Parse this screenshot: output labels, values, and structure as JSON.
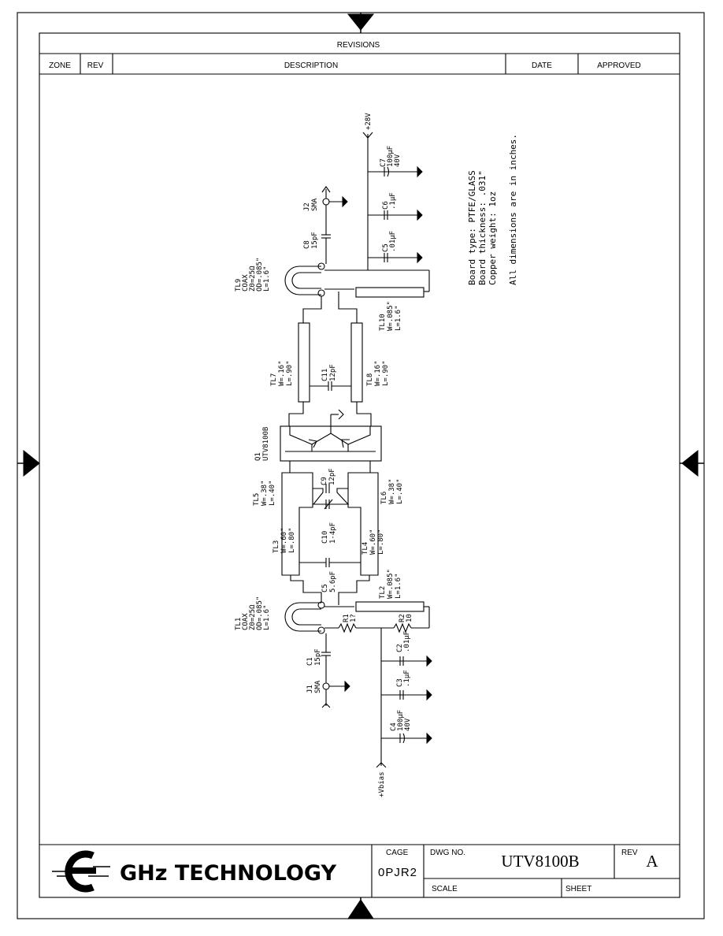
{
  "revisions": {
    "title": "REVISIONS",
    "columns": {
      "zone": "ZONE",
      "rev": "REV",
      "description": "DESCRIPTION",
      "date": "DATE",
      "approved": "APPROVED"
    }
  },
  "notes": [
    "Board type: PTFE/GLASS",
    "Board thickness: .031\"",
    "Copper weight: 1oz",
    "All dimensions are in inches."
  ],
  "supply": {
    "top": "+28V",
    "bias": "+Vbias"
  },
  "components": {
    "J1": [
      "J1",
      "SMA"
    ],
    "J2": [
      "J2",
      "SMA"
    ],
    "C1": [
      "C1",
      "15pF"
    ],
    "C2": [
      "C2",
      ".01μF"
    ],
    "C3": [
      "C3",
      ".1μF"
    ],
    "C4": [
      "C4",
      "100μF",
      "40V"
    ],
    "C5a": [
      "C5",
      ".01μF"
    ],
    "C5b": [
      "C5",
      "5.6pF"
    ],
    "C6": [
      "C6",
      ".1μF"
    ],
    "C7": [
      "C7",
      "100μF",
      "40V"
    ],
    "C8": [
      "C8",
      "15pF"
    ],
    "C9": [
      "C9",
      "12pF"
    ],
    "C10": [
      "C10",
      "1-4pF"
    ],
    "C11": [
      "C11",
      "12pF"
    ],
    "R1": [
      "R1",
      "1?"
    ],
    "R2": [
      "R2",
      "10"
    ],
    "Q1": [
      "Q1",
      "UTV8100B"
    ],
    "TL1": [
      "TL1",
      "COAX",
      "Z0=25Ω",
      "OD=.085\"",
      "L=1.6\""
    ],
    "TL2": [
      "TL2",
      "W=.085\"",
      "L=1.6\""
    ],
    "TL3": [
      "TL3",
      "W=.60\"",
      "L=.80\""
    ],
    "TL4": [
      "TL4",
      "W=.60\"",
      "L=.80\""
    ],
    "TL5": [
      "TL5",
      "W=.38\"",
      "L=.40\""
    ],
    "TL6": [
      "TL6",
      "W=.38\"",
      "L=.40\""
    ],
    "TL7": [
      "TL7",
      "W=.16\"",
      "L=.90\""
    ],
    "TL8": [
      "TL8",
      "W=.16\"",
      "L=.90\""
    ],
    "TL9": [
      "TL9",
      "COAX",
      "Z0=25Ω",
      "OD=.085\"",
      "L=1.6\""
    ],
    "TL10": [
      "TL10",
      "W=.085\"",
      "L=1.6\""
    ]
  },
  "title_block": {
    "company": "GHz TECHNOLOGY",
    "cage_label": "CAGE",
    "cage_value": "0PJR2",
    "dwg_no_label": "DWG NO.",
    "dwg_no_value": "UTV8100B",
    "rev_label": "REV",
    "rev_value": "A",
    "scale_label": "SCALE",
    "sheet_label": "SHEET"
  }
}
